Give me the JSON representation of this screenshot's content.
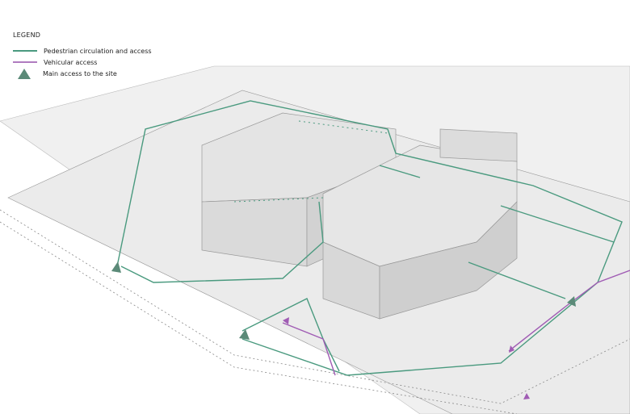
{
  "legend": {
    "title": "LEGEND",
    "items": [
      {
        "label": "Pedestrian circulation and access",
        "color": "#4a9a7f",
        "symbol": "line"
      },
      {
        "label": "Vehicular access",
        "color": "#b07cc0",
        "symbol": "line"
      },
      {
        "label": "Main access to the site",
        "color": "#5b8a78",
        "symbol": "triangle"
      }
    ]
  },
  "colors": {
    "pedestrian": "#4a9a7f",
    "vehicular": "#a05cb4",
    "site": "#eeeeee",
    "building": "#e2e2e2"
  }
}
